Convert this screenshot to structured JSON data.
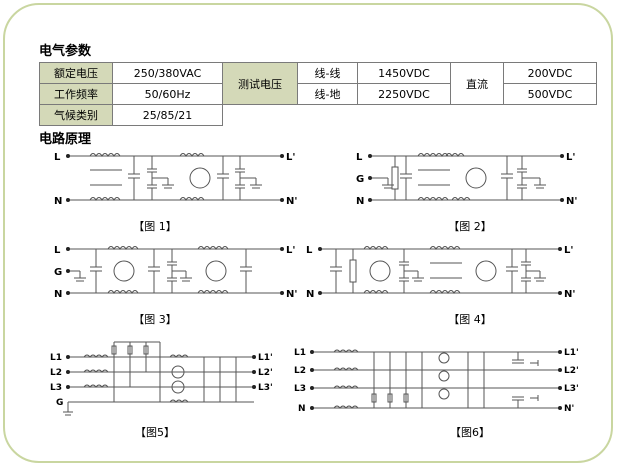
{
  "section_electrical": "电气参数",
  "section_circuit": "电路原理",
  "params": {
    "rated_voltage_label": "额定电压",
    "rated_voltage_value": "250/380VAC",
    "frequency_label": "工作频率",
    "frequency_value": "50/60Hz",
    "climate_label": "气候类别",
    "climate_value": "25/85/21",
    "test_voltage_label": "测试电压",
    "line_line_label": "线-线",
    "line_line_value": "1450VDC",
    "line_ground_label": "线-地",
    "line_ground_value": "2250VDC",
    "dc_label": "直流",
    "dc_value_1": "200VDC",
    "dc_value_2": "500VDC"
  },
  "figures": {
    "fig1": {
      "caption": "【图 1】",
      "in_labels": [
        "L",
        "N"
      ],
      "out_labels": [
        "L'",
        "N'"
      ]
    },
    "fig2": {
      "caption": "【图 2】",
      "in_labels": [
        "L",
        "G",
        "N"
      ],
      "out_labels": [
        "L'",
        "N'"
      ]
    },
    "fig3": {
      "caption": "【图 3】",
      "in_labels": [
        "L",
        "G",
        "N"
      ],
      "out_labels": [
        "L'",
        "N'"
      ]
    },
    "fig4": {
      "caption": "【图 4】",
      "in_labels": [
        "L",
        "N"
      ],
      "out_labels": [
        "L'",
        "N'"
      ]
    },
    "fig5": {
      "caption": "【图5】",
      "in_labels": [
        "L1",
        "L2",
        "L3",
        "G"
      ],
      "out_labels": [
        "L1'",
        "L2'",
        "L3'"
      ]
    },
    "fig6": {
      "caption": "【图6】",
      "in_labels": [
        "L1",
        "L2",
        "L3",
        "N"
      ],
      "out_labels": [
        "L1'",
        "L2'",
        "L3'",
        "N'"
      ]
    }
  }
}
